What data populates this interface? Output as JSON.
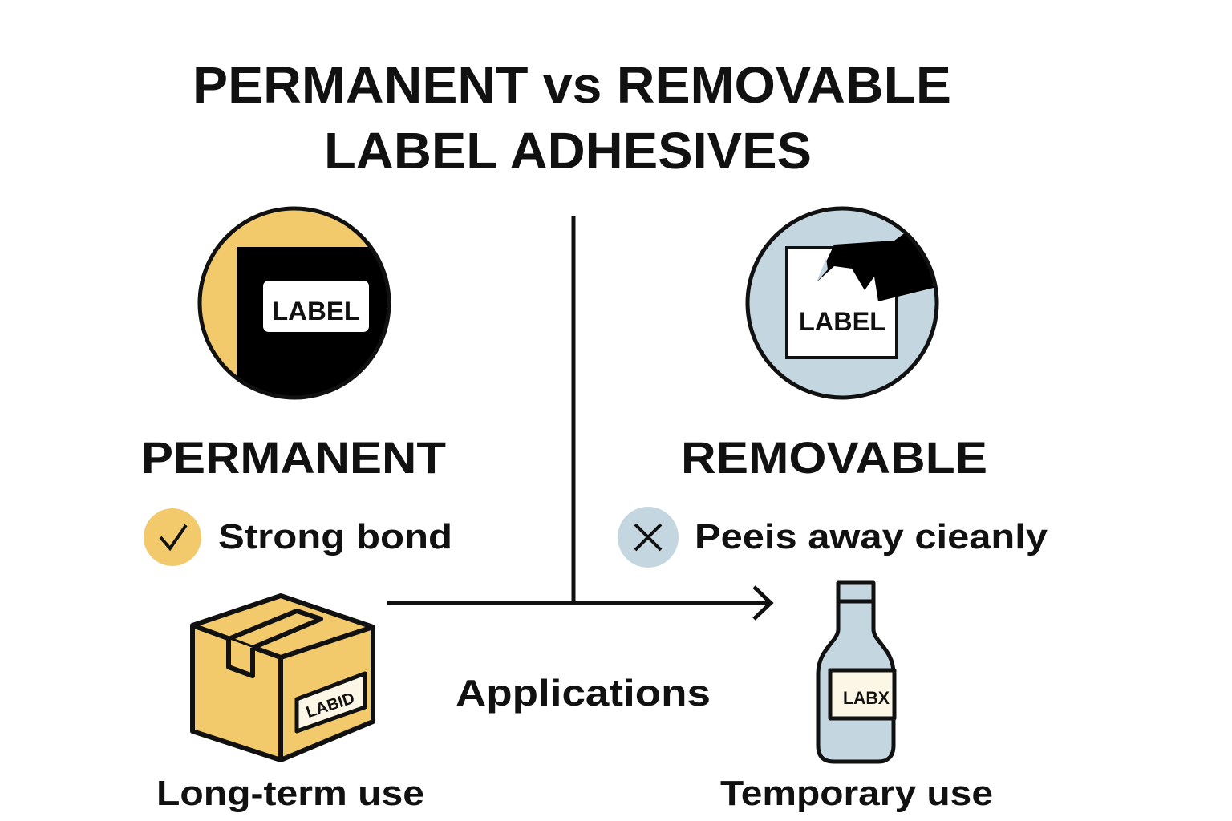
{
  "title": {
    "line1": "PERMANENT vs REMOVABLE",
    "line2": "LABEL ADHESIVES"
  },
  "colors": {
    "permanent": "#F2CA6C",
    "removable": "#C4D6DF",
    "ink": "#111111"
  },
  "permanent": {
    "icon_label": "LABEL",
    "heading": "PERMANENT",
    "feature_icon": "check-icon",
    "feature": "Strong bond",
    "application_icon": "box-icon",
    "application_tag": "LABID",
    "application": "Long-term use"
  },
  "removable": {
    "icon_label": "LABEL",
    "heading": "REMOVABLE",
    "feature_icon": "x-icon",
    "feature": "Peeis away cieanly",
    "application_icon": "bottle-icon",
    "application_tag": "LABX",
    "application": "Temporary use"
  },
  "center_label": "Applications"
}
